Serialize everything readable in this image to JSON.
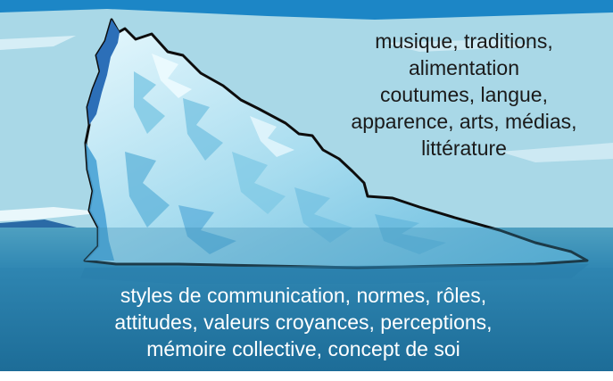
{
  "colors": {
    "sky": "#a9d8e7",
    "sky_top": "#1c86c6",
    "water_surface": "#5aa9c6",
    "deep_water": "#1f6f99",
    "ice_light": "#cbeef8",
    "ice_mid": "#7cc7e4",
    "ice_dark": "#2c8dc4",
    "ice_outline": "#0d0d0d",
    "above_text": "#1a1a1a",
    "below_text": "#ffffff"
  },
  "iceberg": {
    "above_waterline": {
      "lines": [
        "musique, traditions,",
        "alimentation",
        "coutumes, langue,",
        "apparence, arts, médias,",
        "littérature"
      ]
    },
    "below_waterline": {
      "lines": [
        "styles de communication, normes, rôles,",
        "attitudes, valeurs croyances, perceptions,",
        "mémoire collective, concept de soi"
      ]
    }
  }
}
